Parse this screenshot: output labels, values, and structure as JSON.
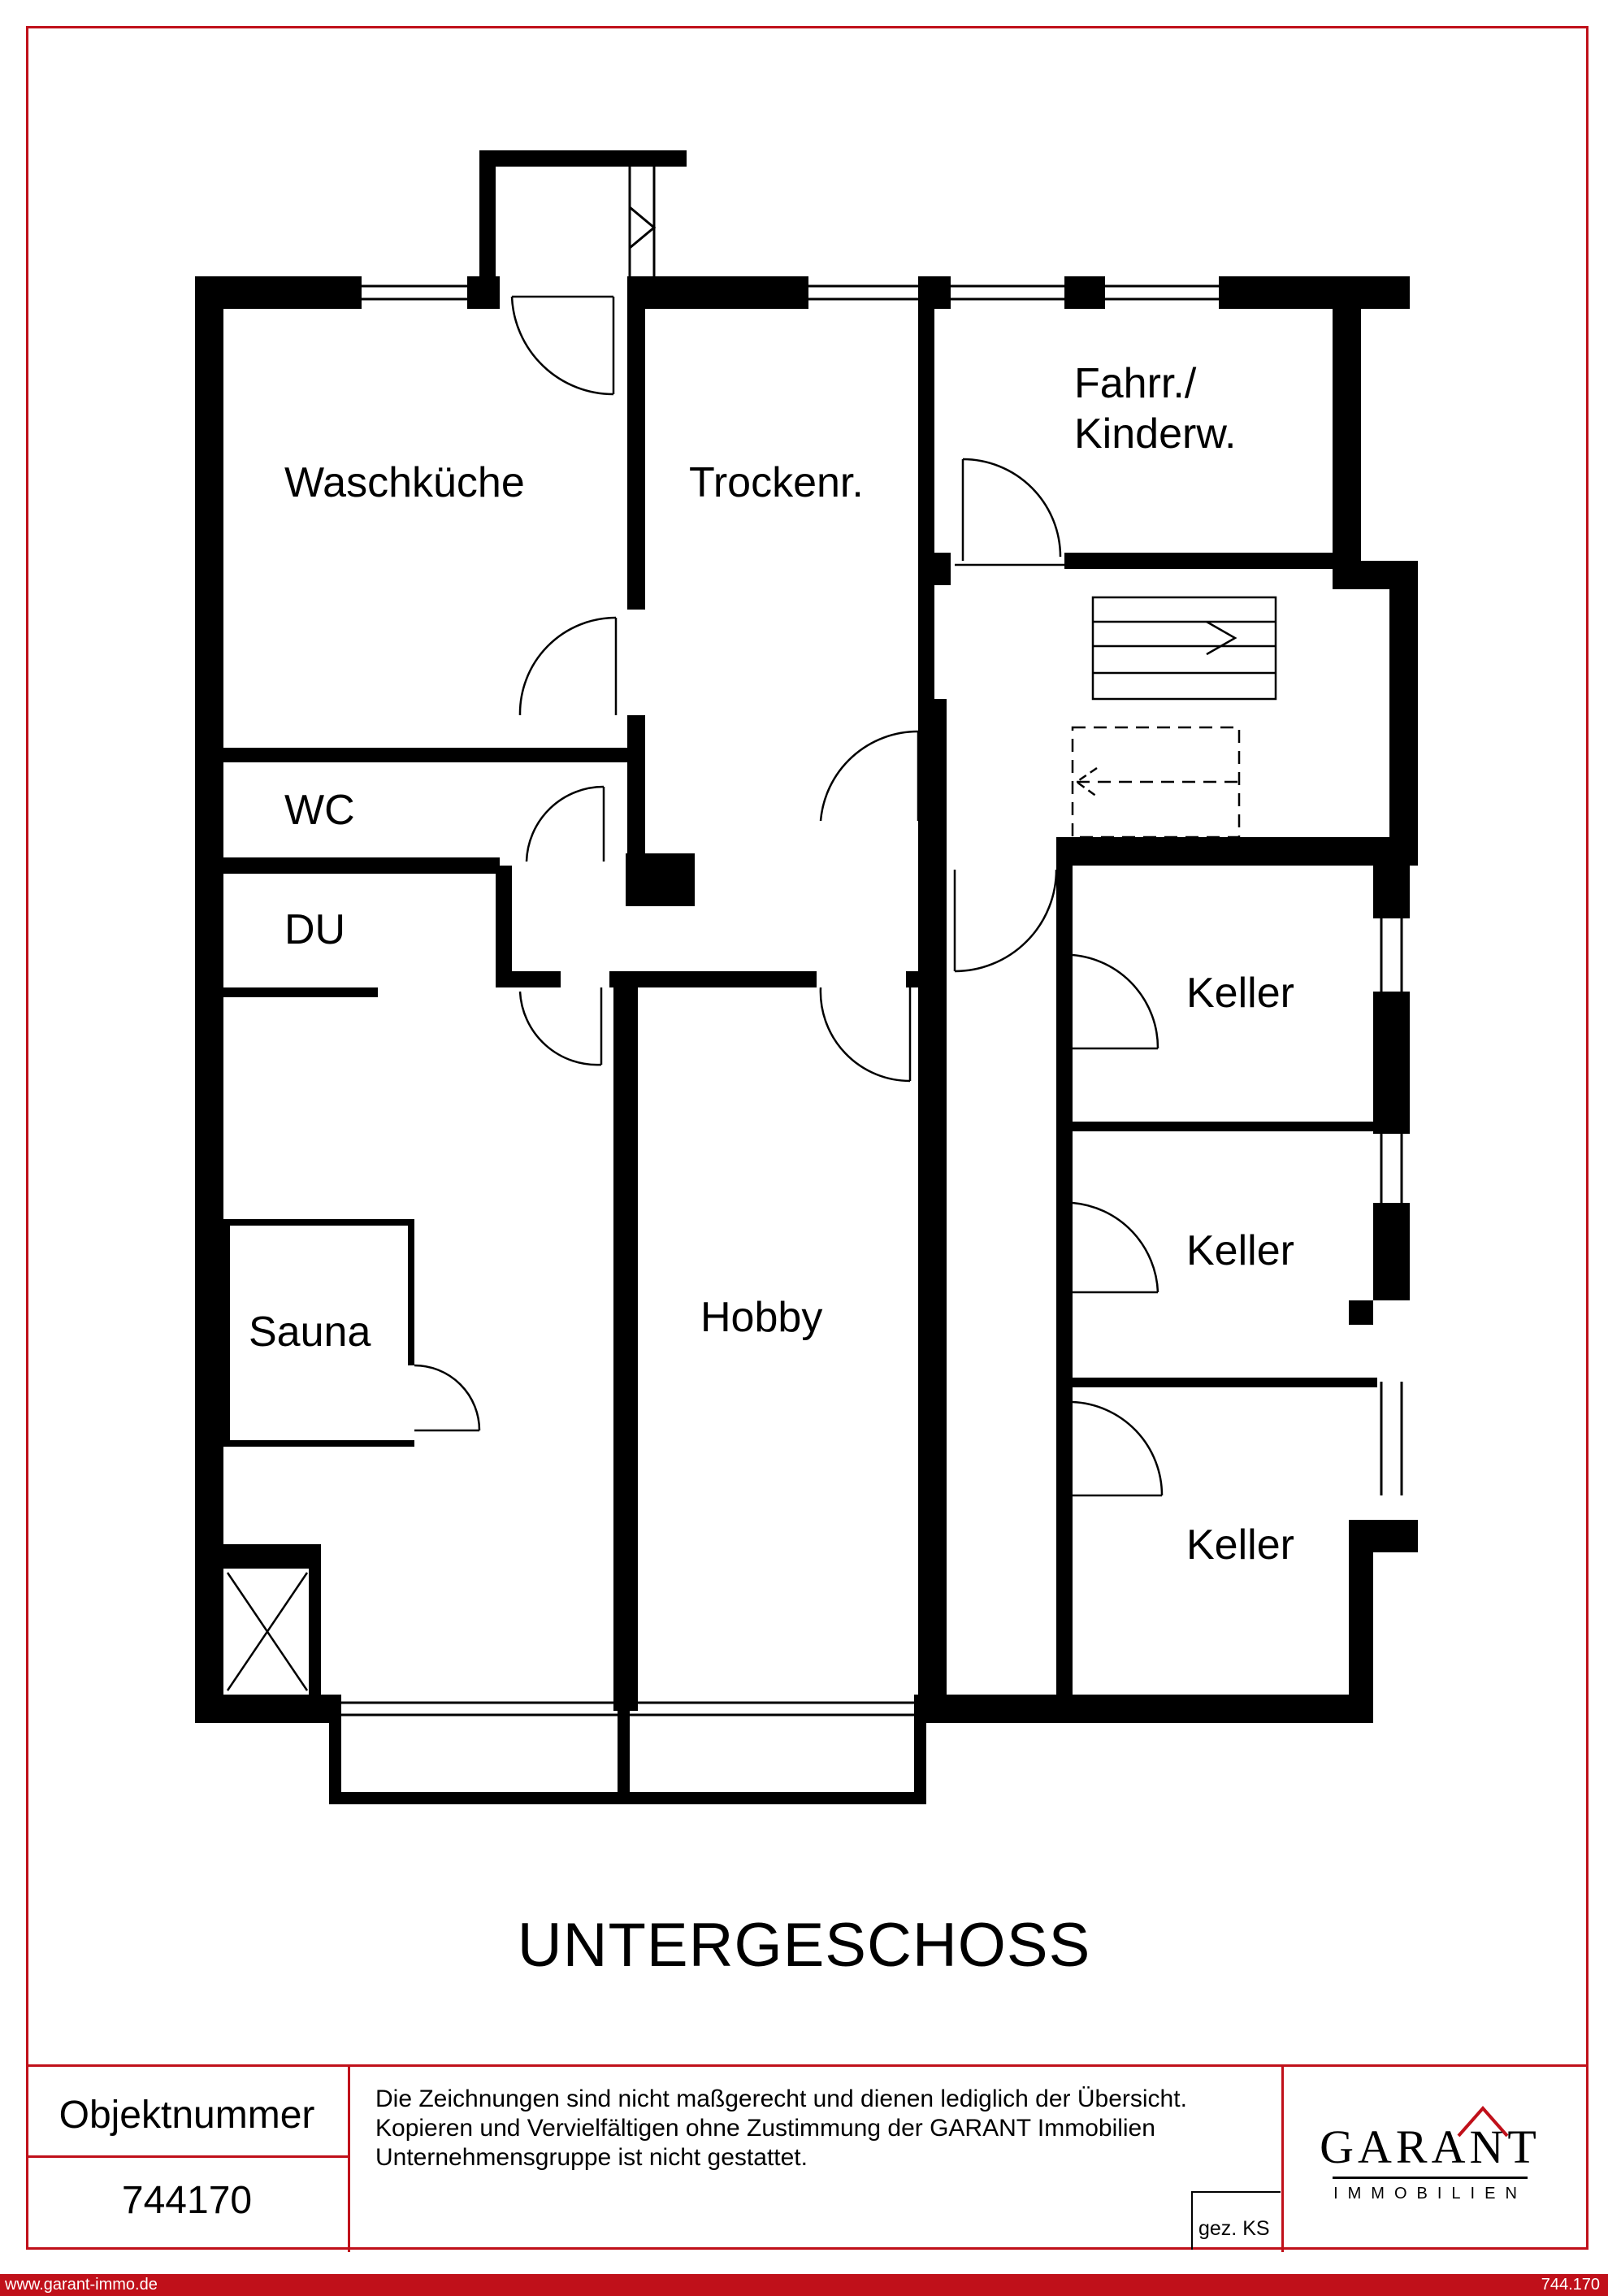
{
  "rooms": {
    "waschkueche": "Waschküche",
    "trockenraum": "Trockenr.",
    "fahrrad_line1": "Fahrr./",
    "fahrrad_line2": "Kinderw.",
    "wc": "WC",
    "du": "DU",
    "sauna": "Sauna",
    "hobby": "Hobby",
    "keller_1": "Keller",
    "keller_2": "Keller",
    "keller_3": "Keller"
  },
  "floor_title": "UNTERGESCHOSS",
  "info": {
    "objektnummer_label": "Objektnummer",
    "objektnummer_value": "744170",
    "disclaimer_line1": "Die Zeichnungen sind nicht maßgerecht und dienen lediglich der Übersicht.",
    "disclaimer_line2": "Kopieren und Vervielfältigen ohne Zustimmung der GARANT Immobilien",
    "disclaimer_line3": "Unternehmensgruppe ist nicht gestattet.",
    "signature": "gez. KS"
  },
  "logo": {
    "word": "GARANT",
    "sub": "IMMOBILIEN"
  },
  "footer": {
    "website": "www.garant-immo.de",
    "code": "744.170"
  },
  "colors": {
    "accent": "#c0101a",
    "wall": "#000000"
  }
}
